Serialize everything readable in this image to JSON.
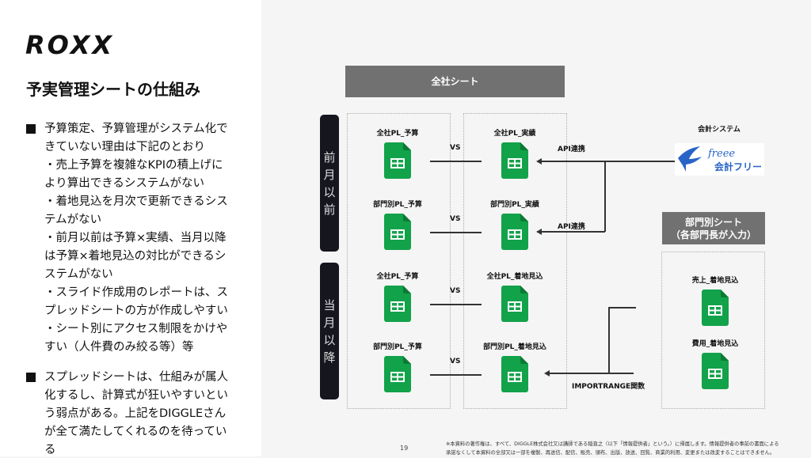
{
  "logo": "ROXX",
  "title": "予実管理シートの仕組み",
  "bullets": [
    {
      "lines": [
        "予算策定、予算管理がシステム化で",
        "きていない理由は下記のとおり",
        "・売上予算を複雑なKPIの積上げに",
        "より算出できるシステムがない",
        "・着地見込を月次で更新できるシス",
        "テムがない",
        "・前月以前は予算×実績、当月以降",
        "は予算×着地見込の対比ができるシ",
        "ステムがない",
        "・スライド作成用のレポートは、ス",
        "プレッドシートの方が作成しやすい",
        "・シート別にアクセス制限をかけや",
        "すい（人件費のみ絞る等）等"
      ]
    },
    {
      "lines": [
        "スプレッドシートは、仕組みが属人",
        "化するし、計算式が狂いやすいとい",
        "う弱点がある。上記をDIGGLEさん",
        "が全て満たしてくれるのを待ってい",
        "る"
      ]
    }
  ],
  "diagram": {
    "header": "全社シート",
    "period_prev": "前月以前",
    "period_curr": "当月以降",
    "sheets": [
      "全社PL_予算",
      "全社PL_実績",
      "部門別PL_予算",
      "部門別PL_実績",
      "全社PL_予算",
      "全社PL_着地見込",
      "部門別PL_予算",
      "部門別PL_着地見込"
    ],
    "vs": "VS",
    "api": "API連携",
    "accounting_label": "会計システム",
    "freee_logo": "freee 会計フリー",
    "freee_text": "会計フリー",
    "dept_header_1": "部門別シート",
    "dept_header_2": "（各部門長が入力）",
    "dept_sheets": [
      "売上_着地見込",
      "費用_着地見込"
    ],
    "importrange": "IMPORTRANGE関数",
    "sheet_color": "#12a24a"
  },
  "page_number": "19",
  "footer": [
    "※本資料の著作権は、すべて、DIGGLE株式会社又は講師である稲直之（以下「情報提供者」という。）に帰属します。情報提供者の事前の書面による",
    "承諾なくして本資料の全部又は一部を複製、再送信、配信、販売、頒布、出版、放送、回覧、商業的利用、変更または改変することはできません。"
  ]
}
